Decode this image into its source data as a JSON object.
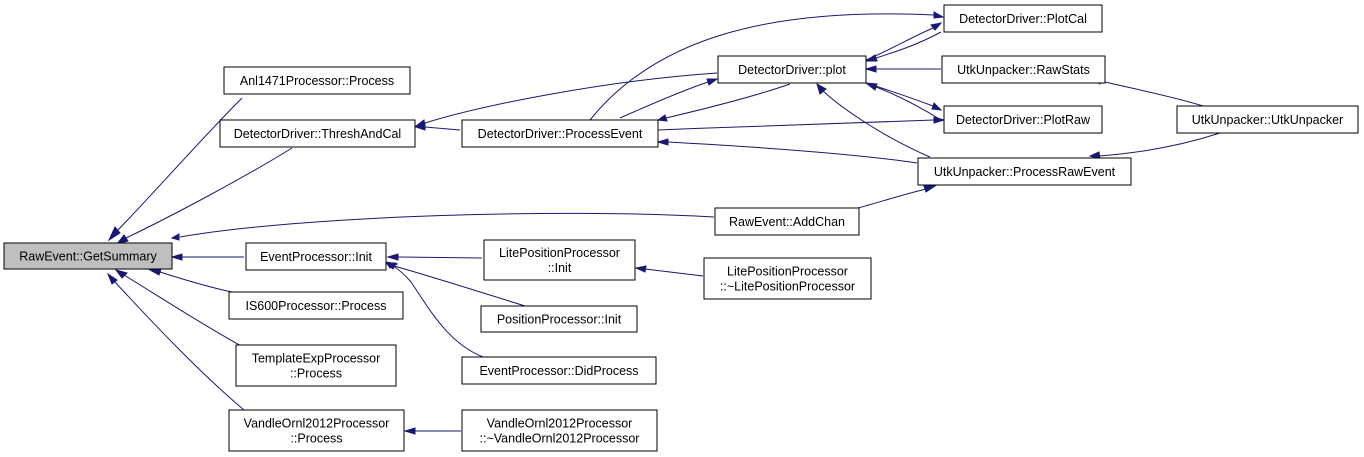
{
  "graph": {
    "colors": {
      "edge": "#191970",
      "node_border": "#000000",
      "node_fill": "#ffffff",
      "root_fill": "#bfbfbf"
    },
    "nodes": {
      "raw_getsummary": [
        "RawEvent::GetSummary"
      ],
      "anl_process": [
        "Anl1471Processor::Process"
      ],
      "dd_threshandcal": [
        "DetectorDriver::ThreshAndCal"
      ],
      "dd_processevent": [
        "DetectorDriver::ProcessEvent"
      ],
      "dd_plot": [
        "DetectorDriver::plot"
      ],
      "dd_plotcal": [
        "DetectorDriver::PlotCal"
      ],
      "utk_rawstats": [
        "UtkUnpacker::RawStats"
      ],
      "dd_plotraw": [
        "DetectorDriver::PlotRaw"
      ],
      "utk_unpacker": [
        "UtkUnpacker::UtkUnpacker"
      ],
      "utk_processrawevent": [
        "UtkUnpacker::ProcessRawEvent"
      ],
      "raw_addchan": [
        "RawEvent::AddChan"
      ],
      "ep_init": [
        "EventProcessor::Init"
      ],
      "lpp_init": [
        "LitePositionProcessor",
        "::Init"
      ],
      "lpp_dtor": [
        "LitePositionProcessor",
        "::~LitePositionProcessor"
      ],
      "is600_process": [
        "IS600Processor::Process"
      ],
      "pp_init": [
        "PositionProcessor::Init"
      ],
      "tep_process": [
        "TemplateExpProcessor",
        "::Process"
      ],
      "ep_didprocess": [
        "EventProcessor::DidProcess"
      ],
      "vo_process": [
        "VandleOrnl2012Processor",
        "::Process"
      ],
      "vo_dtor": [
        "VandleOrnl2012Processor",
        "::~VandleOrnl2012Processor"
      ]
    }
  }
}
